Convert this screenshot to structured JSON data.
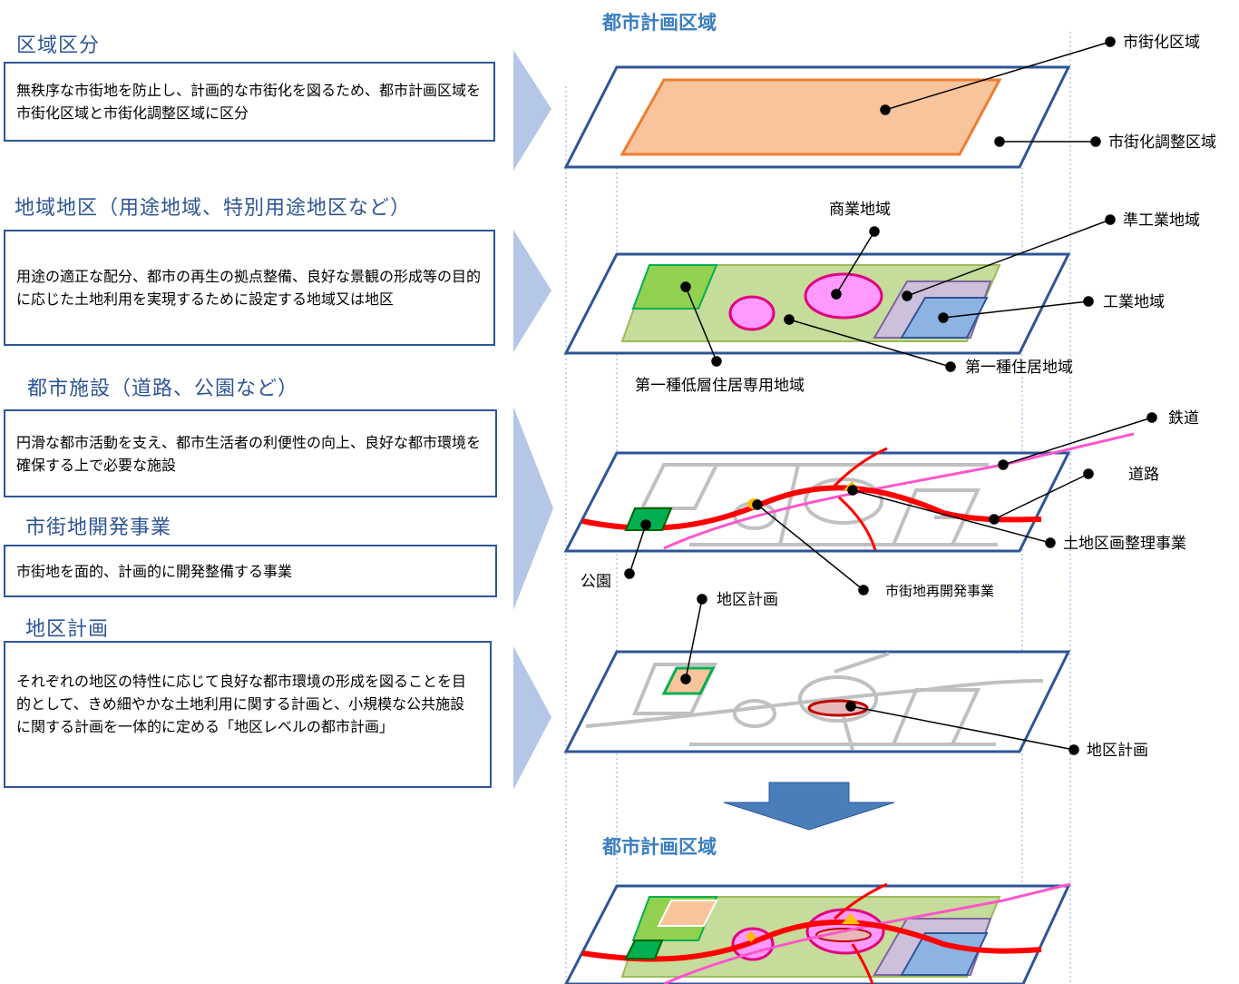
{
  "left": {
    "h1": "区域区分",
    "d1": "無秩序な市街地を防止し、計画的な市街化を図るため、都市計画区域を市街化区域と市街化調整区域に区分",
    "h2": "地域地区（用途地域、特別用途地区など）",
    "d2": "用途の適正な配分、都市の再生の拠点整備、良好な景観の形成等の目的に応じた土地利用を実現するために設定する地域又は地区",
    "h3": "都市施設（道路、公園など）",
    "d3": "円滑な都市活動を支え、都市生活者の利便性の向上、良好な都市環境を確保する上で必要な施設",
    "h4": "市街地開発事業",
    "d4": "市街地を面的、計画的に開発整備する事業",
    "h5": "地区計画",
    "d5": "それぞれの地区の特性に応じて良好な都市環境の形成を図ることを目的として、きめ細やかな土地利用に関する計画と、小規模な公共施設に関する計画を一体的に定める「地区レベルの都市計画」"
  },
  "diagram": {
    "title_top": "都市計画区域",
    "title_bottom": "都市計画区域",
    "labels": {
      "shigaika": "市街化区域",
      "chosei": "市街化調整区域",
      "shogyo": "商業地域",
      "junkogyo": "準工業地域",
      "kogyo": "工業地域",
      "daiisshu_jukyo": "第一種住居地域",
      "daiisshu_teiso": "第一種低層住居専用地域",
      "tetsudo": "鉄道",
      "doro": "道路",
      "kukaku": "土地区画整理事業",
      "saikaihatsu": "市街地再開発事業",
      "koen": "公園",
      "chiku1": "地区計画",
      "chiku2": "地区計画"
    }
  },
  "colors": {
    "frame": "#2f5597",
    "heading": "#2f5597",
    "title": "#3a7ebf",
    "orange_fill": "#f8c49c",
    "orange_stroke": "#ed7d31",
    "green_fill": "#c5dc9a",
    "lightgreen_fill": "#92d050",
    "pink": "#ff99ff",
    "purple": "#ccc0da",
    "blue": "#8db3e2",
    "red": "#ff0000",
    "magenta": "#ff55cc",
    "gray": "#c0c0c0",
    "arrow_light": "#b4c7e7",
    "arrow_dark": "#4a7ebb"
  }
}
